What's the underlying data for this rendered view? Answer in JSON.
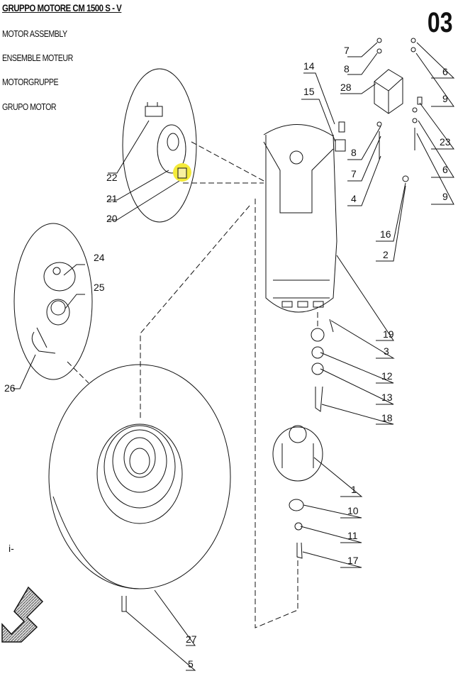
{
  "header": {
    "title": "GRUPPO MOTORE  CM 1500 S - V",
    "lines": [
      "MOTOR ASSEMBLY",
      "ENSEMBLE MOTEUR",
      "MOTORGRUPPE",
      "GRUPO MOTOR"
    ]
  },
  "page_number": "03",
  "callouts": [
    "1",
    "2",
    "3",
    "4",
    "5",
    "6",
    "6",
    "7",
    "7",
    "8",
    "8",
    "9",
    "9",
    "10",
    "11",
    "12",
    "13",
    "14",
    "15",
    "16",
    "17",
    "18",
    "19",
    "20",
    "21",
    "22",
    "23",
    "24",
    "25",
    "26",
    "27",
    "28"
  ],
  "colors": {
    "highlight": "#f4ea3a",
    "line": "#111111",
    "arrow_hatch": "#555555"
  }
}
